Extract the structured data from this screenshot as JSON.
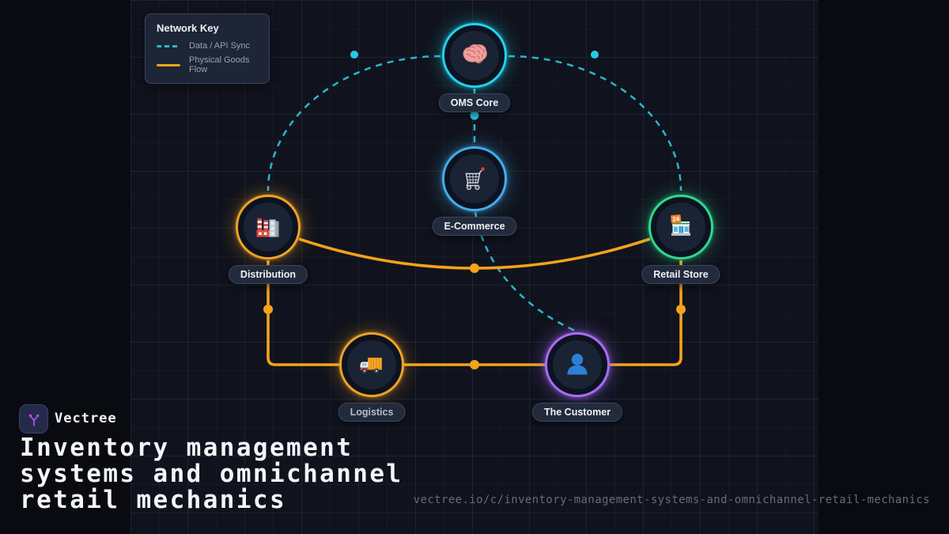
{
  "legend": {
    "title": "Network Key",
    "items": [
      {
        "label": "Data / API Sync",
        "style": "dashed",
        "color": "#2bb4ce"
      },
      {
        "label": "Physical Goods Flow",
        "style": "solid",
        "color": "#f3a31b"
      }
    ]
  },
  "nodes": {
    "oms": {
      "label": "OMS Core",
      "icon": "brain-icon",
      "ring_color": "#22d2ee"
    },
    "ecommerce": {
      "label": "E-Commerce",
      "icon": "shopping-cart-icon",
      "ring_color": "#43adeb"
    },
    "distribution": {
      "label": "Distribution",
      "icon": "factory-icon",
      "ring_color": "#f0a224"
    },
    "retail": {
      "label": "Retail Store",
      "icon": "convenience-store-icon",
      "ring_color": "#2fd98e",
      "sign_text": "24"
    },
    "logistics": {
      "label": "Logistics",
      "icon": "delivery-truck-icon",
      "ring_color": "#f0a224"
    },
    "customer": {
      "label": "The Customer",
      "icon": "person-icon",
      "ring_color": "#a86cf7"
    }
  },
  "edges": [
    {
      "from": "OMS Core",
      "to": "Distribution",
      "type": "Data / API Sync"
    },
    {
      "from": "OMS Core",
      "to": "Retail Store",
      "type": "Data / API Sync"
    },
    {
      "from": "OMS Core",
      "to": "E-Commerce",
      "type": "Data / API Sync"
    },
    {
      "from": "E-Commerce",
      "to": "The Customer",
      "type": "Data / API Sync"
    },
    {
      "from": "Distribution",
      "to": "Retail Store",
      "type": "Physical Goods Flow"
    },
    {
      "from": "Distribution",
      "to": "Logistics",
      "type": "Physical Goods Flow"
    },
    {
      "from": "Logistics",
      "to": "The Customer",
      "type": "Physical Goods Flow"
    },
    {
      "from": "The Customer",
      "to": "Retail Store",
      "type": "Physical Goods Flow"
    }
  ],
  "footer": {
    "brand": "Vectree",
    "title": "Inventory management systems and omnichannel retail mechanics",
    "url": "vectree.io/c/inventory-management-systems-and-omnichannel-retail-mechanics"
  }
}
